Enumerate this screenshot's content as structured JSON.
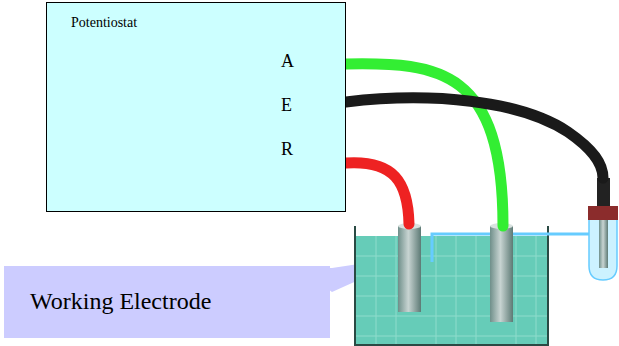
{
  "diagram": {
    "nodes": [
      {
        "text": [
          "Potentiostat",
          "A",
          "E",
          "R"
        ]
      },
      {
        "text": [
          "Working Electrode"
        ]
      }
    ]
  }
}
